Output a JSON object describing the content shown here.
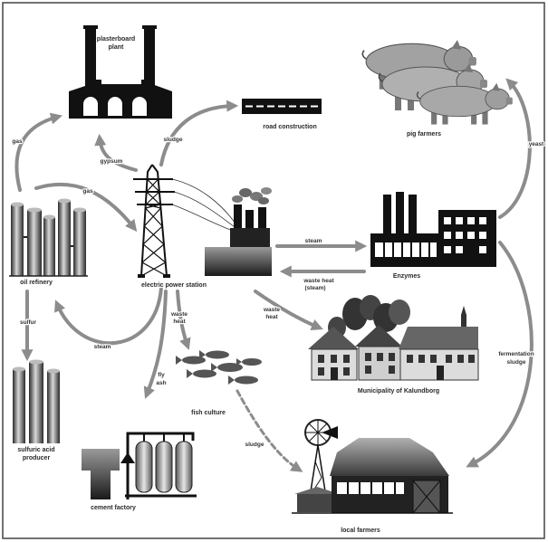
{
  "nodes": {
    "plasterboard_plant": [
      "plasterboard",
      "plant"
    ],
    "road_construction": "road construction",
    "pig_farmers": "pig farmers",
    "oil_refinery": "oil refinery",
    "electric_power_station": "electric power station",
    "enzymes": "Enzymes",
    "municipality": "Municipality of Kalundborg",
    "fish_culture": "fish culture",
    "cement_factory": "cement factory",
    "local_farmers": "local farmers",
    "sulfuric_acid_producer": [
      "sulfuric acid",
      "producer"
    ]
  },
  "flows": {
    "gas_to_plasterboard": "gas",
    "gas_to_power": "gas",
    "gypsum": "gypsum",
    "sludge_to_road": "sludge",
    "steam_to_enzymes": "steam",
    "waste_heat_from_enzymes": [
      "waste heat",
      "(steam)"
    ],
    "waste_heat_to_municipality": [
      "waste",
      "heat"
    ],
    "waste_heat_to_fish": [
      "waste",
      "heat"
    ],
    "steam_to_refinery": "steam",
    "sulfur": "sulfur",
    "fly_ash": [
      "fly",
      "ash"
    ],
    "sludge_to_farmers": "sludge",
    "fermentation_sludge": [
      "fermentation",
      "sludge"
    ],
    "yeast": "yeast"
  },
  "colors": {
    "arrow": "#8c8c8c",
    "icon": "#111111",
    "background": "#ffffff"
  }
}
